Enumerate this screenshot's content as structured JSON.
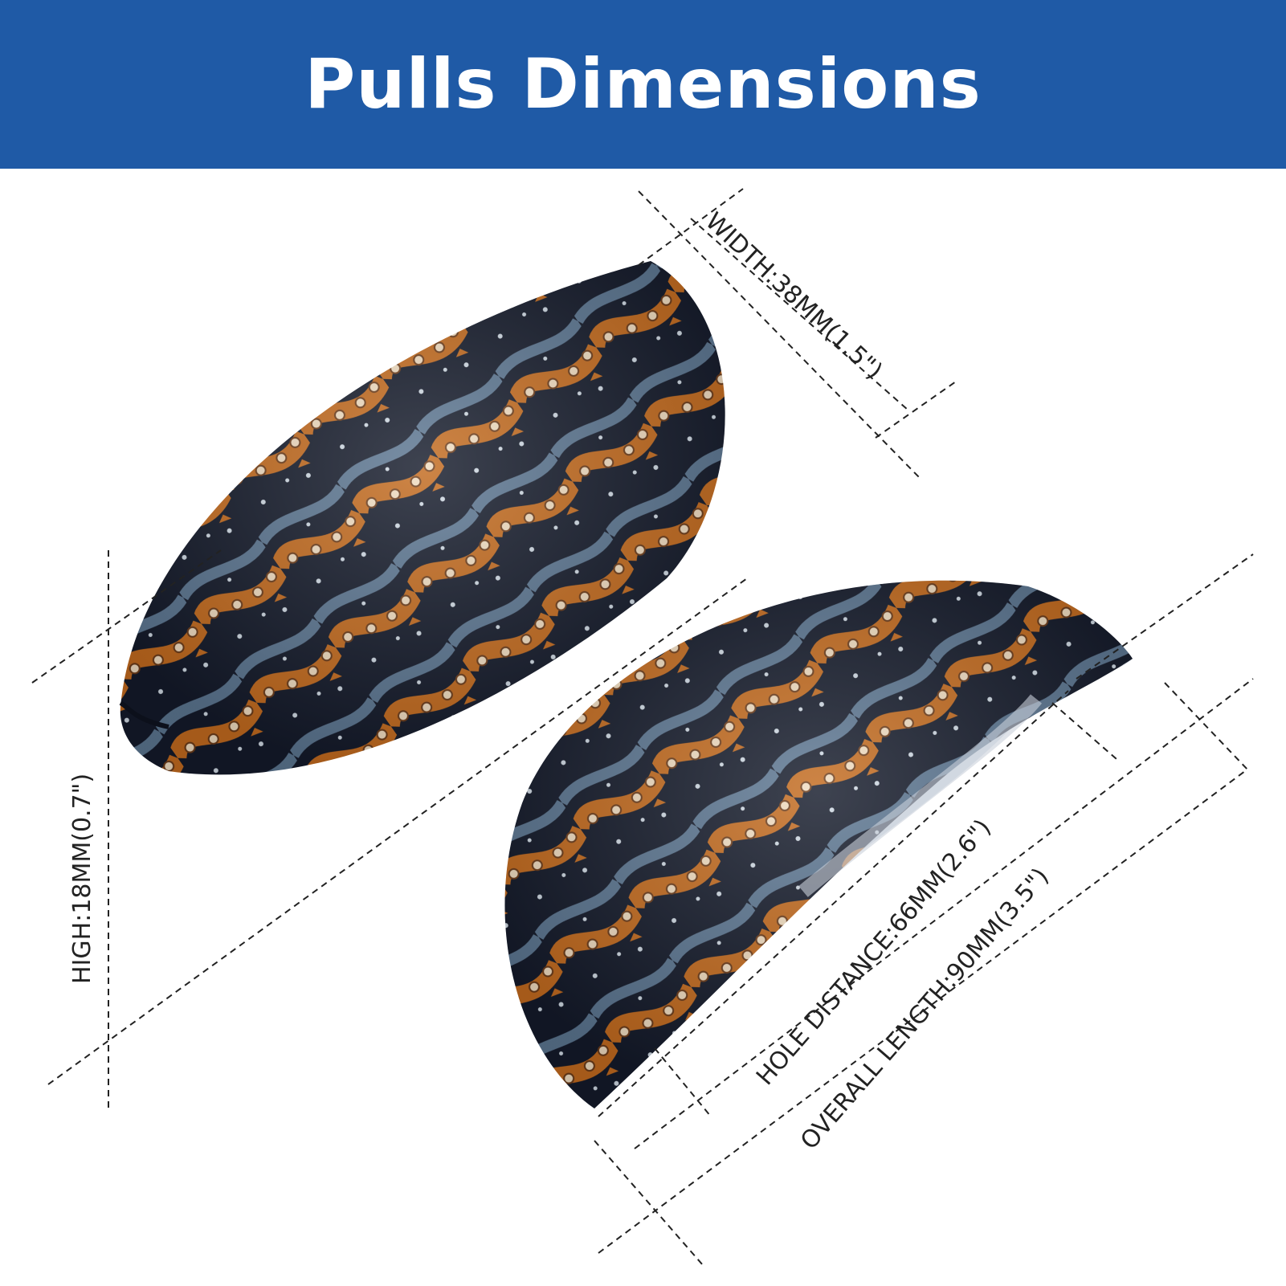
{
  "header": {
    "title": "Pulls Dimensions"
  },
  "colors": {
    "banner": "#1f5aa6",
    "dark": "#141a2a",
    "orange": "#c26a1e",
    "steel": "#5b7590"
  },
  "labels": {
    "width": "WIDTH:38MM(1.5\")",
    "high": "HIGH:18MM(0.7\")",
    "hole_distance": "HOLE DISTANCE:66MM(2.6\")",
    "overall_length": "OVERALL LENGTH:90MM(3.5\")"
  },
  "icons": [
    "octopus-pattern-handle-left",
    "octopus-pattern-handle-right"
  ]
}
